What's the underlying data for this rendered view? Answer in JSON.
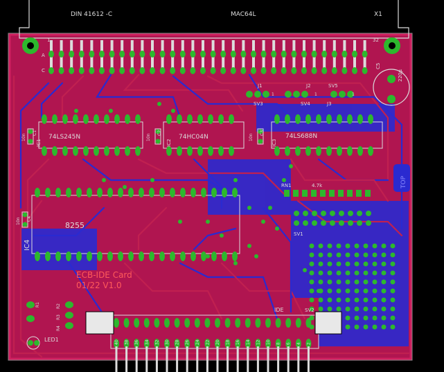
{
  "connector": {
    "type_label": "DIN 41612 -C",
    "value_label": "MAC64L",
    "ref_label": "X1",
    "pin_left_label": "1",
    "pin_right_label": "32",
    "row_a": "A",
    "row_c": "C"
  },
  "chips": [
    {
      "ref": "IC1",
      "part": "74LS245N",
      "cap_ref": "C1",
      "cap_value": "10n"
    },
    {
      "ref": "IC2",
      "part": "74HC04N",
      "cap_ref": "C2",
      "cap_value": "10n"
    },
    {
      "ref": "IC3",
      "part": "74LS688N",
      "cap_ref": "C3",
      "cap_value": "10n"
    },
    {
      "ref": "IC4",
      "part": "8255",
      "cap_ref": "C4",
      "cap_value": "10n"
    }
  ],
  "jumpers": {
    "j1": "J1",
    "j2": "J2",
    "j3": "J3",
    "sv3": "SV3",
    "sv4": "SV4",
    "sv5": "SV5",
    "pin1": "1"
  },
  "cap5": {
    "ref": "C5",
    "value": "220µ"
  },
  "rn1": {
    "ref": "RN1",
    "value": "4.7k"
  },
  "sv1": "SV1",
  "sv2": "SV2",
  "ide_label": "IDE",
  "ide_pins": [
    "40",
    "38",
    "36",
    "34",
    "32",
    "30",
    "28",
    "26",
    "24",
    "22",
    "20",
    "18",
    "16",
    "14",
    "12",
    "10",
    "8",
    "6",
    "4",
    "2"
  ],
  "top_label": "TOP",
  "title": {
    "line1": "ECB-IDE Card",
    "line2": "01/22 V1.0"
  },
  "led": {
    "ref": "LED1",
    "r1": "R1",
    "r2": "R2",
    "r3": "R3",
    "r4": "R4"
  },
  "colors": {
    "board": "#c0185a",
    "copper_top": "#c02050",
    "copper_bottom": "#2a2ad0",
    "pad": "#2db82d",
    "silk": "#dcdcdc"
  }
}
